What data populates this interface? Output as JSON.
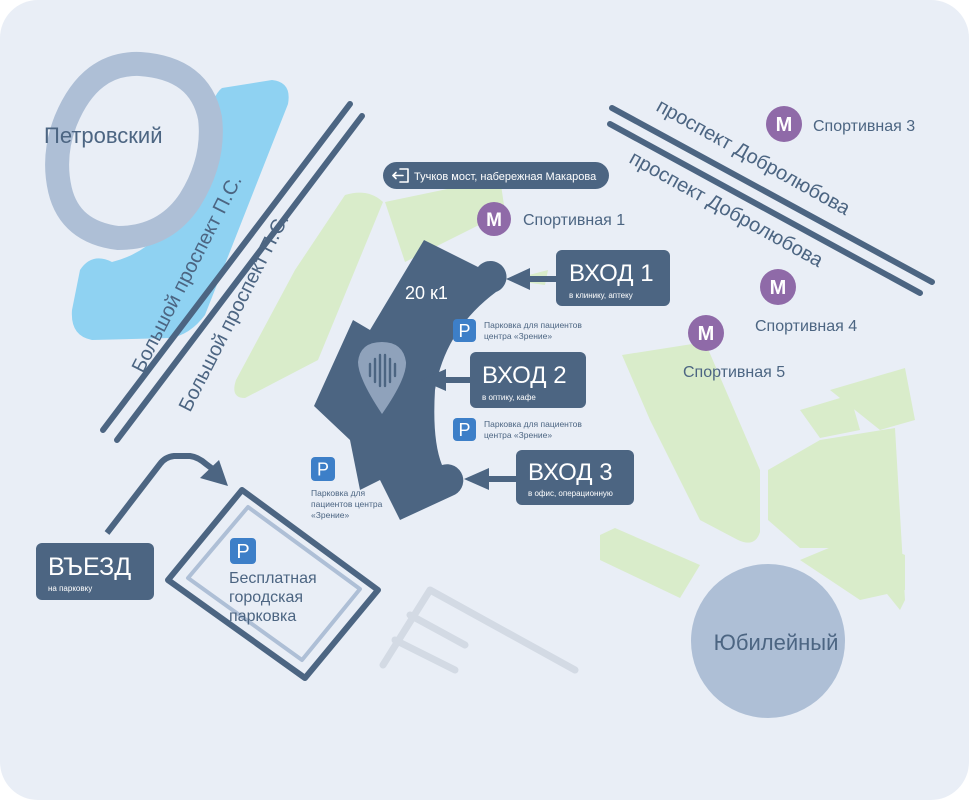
{
  "stadium_petrovsky": {
    "label": "Петровский"
  },
  "stadium_yubileyny": {
    "label": "Юбилейный"
  },
  "roads": {
    "bolshoy_1": "Большой проспект П.С.",
    "bolshoy_2": "Большой проспект П.С.",
    "dobrolyubova_1": "проспект Добролюбова",
    "dobrolyubova_2": "проспект Добролюбова"
  },
  "exit_sign": {
    "label": "Тучков мост, набережная Макарова"
  },
  "metro": {
    "m1": "Спортивная 1",
    "m3": "Спортивная 3",
    "m4": "Спортивная 4",
    "m5": "Спортивная 5",
    "symbol": "M"
  },
  "building": {
    "label": "20 к1"
  },
  "entrances": {
    "e1": {
      "title": "ВХОД 1",
      "subtitle": "в клинику, аптеку"
    },
    "e2": {
      "title": "ВХОД 2",
      "subtitle": "в оптику, кафе"
    },
    "e3": {
      "title": "ВХОД 3",
      "subtitle": "в офис, операционную"
    }
  },
  "vezd": {
    "title": "ВЪЕЗД",
    "subtitle": "на парковку"
  },
  "parking": {
    "symbol": "P",
    "p1": [
      "Парковка для пациентов",
      "центра «Зрение»"
    ],
    "p2": [
      "Парковка для пациентов",
      "центра «Зрение»"
    ],
    "p3": [
      "Парковка для",
      "пациентов центра",
      "«Зрение»"
    ],
    "free": [
      "Бесплатная",
      "городская",
      "парковка"
    ]
  },
  "colors": {
    "background": "#e9eef6",
    "dark_slate": "#4c6582",
    "light_blue_ring": "#aebfd6",
    "water": "#8fd2f2",
    "park": "#d9ecca",
    "metro": "#8f6aa8",
    "parking": "#3d7fc8",
    "grey_road": "#d3dae4"
  }
}
